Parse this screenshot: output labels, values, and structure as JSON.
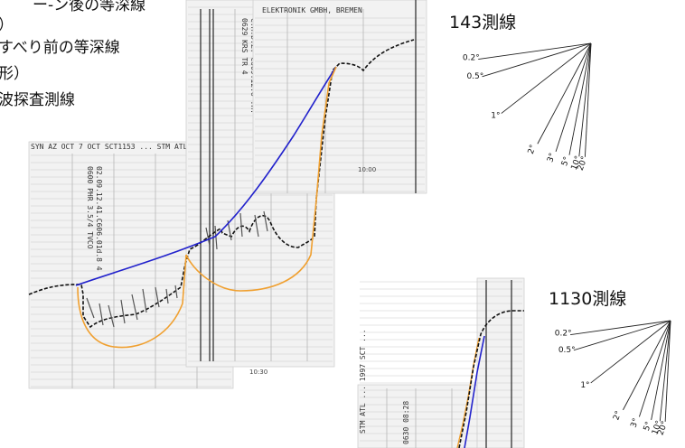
{
  "legend": {
    "line1": "ー-ン後の等深線",
    "line2": "）",
    "line3": "すべり前の等深線",
    "line4": "形）",
    "line5": "波探査測線"
  },
  "fans": [
    {
      "title": "143測線",
      "labels": [
        "0.2°",
        "0.5°",
        "1°",
        "2°",
        "3°",
        "5°",
        "10°",
        "20°"
      ]
    },
    {
      "title": "1130測線",
      "labels": [
        "0.2°",
        "0.5°",
        "1°",
        "2°",
        "3°",
        "5°",
        "10°",
        "20°"
      ]
    }
  ],
  "records": {
    "left_header": "SYN   AZ OCT 7 OCT   SCT1153   ...   STM ATL",
    "left_vertical": "0600  PHR 3.5/4  TVCO",
    "left_vertical2": "02.09.12.41.C606.01d.8  4",
    "top_header": "ELEKTRONIK GMBH, BREMEN",
    "top_vertical": "0629  KRS  TR  4",
    "top_vertical2": "C.M.D.Z. CO09.12.6 .H.",
    "time_1000": "10:00",
    "time_1030": "10:30",
    "bottom_header": "STM ATL   ...   1997 SCT ...",
    "bottom_vertical": "0630  08:28"
  },
  "colors": {
    "profile_line": "#2222cc",
    "pre_slide_contour": "#f0a030",
    "seafloor_trace": "#111111"
  }
}
